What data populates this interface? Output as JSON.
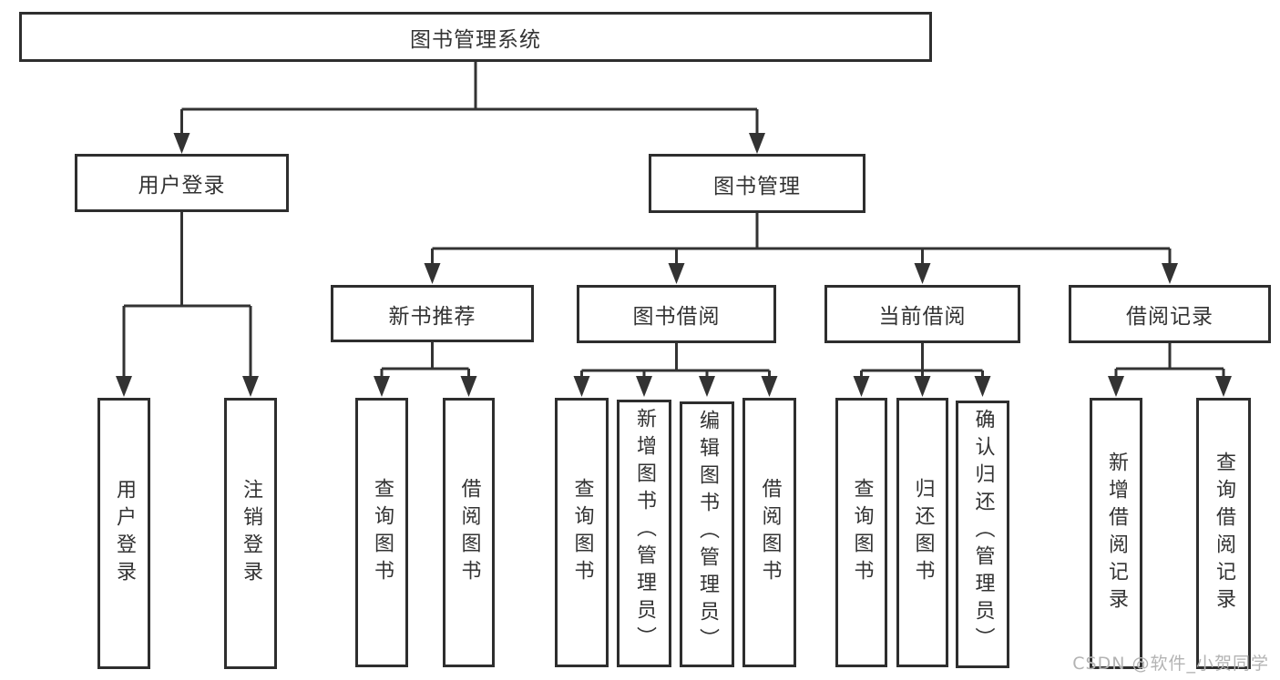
{
  "tree": {
    "root": {
      "label": "图书管理系统"
    },
    "level2": [
      {
        "label": "用户登录"
      },
      {
        "label": "图书管理"
      }
    ],
    "level3": [
      {
        "label": "新书推荐"
      },
      {
        "label": "图书借阅"
      },
      {
        "label": "当前借阅"
      },
      {
        "label": "借阅记录"
      }
    ],
    "leaves": {
      "user_login": [
        "用户登录",
        "注销登录"
      ],
      "new_book_recommend": [
        "查询图书",
        "借阅图书"
      ],
      "book_borrow": [
        "查询图书",
        "新增图书（管理员）",
        "编辑图书（管理员）",
        "借阅图书"
      ],
      "current_borrow": [
        "查询图书",
        "归还图书",
        "确认归还（管理员）"
      ],
      "borrow_records": [
        "新增借阅记录",
        "查询借阅记录"
      ]
    }
  },
  "watermark": {
    "text": "CSDN @软件_小贺同学"
  },
  "colors": {
    "line": "#333333",
    "border": "#2e2e2e",
    "text": "#333333",
    "watermark": "#b3b3b3",
    "background": "#ffffff"
  }
}
